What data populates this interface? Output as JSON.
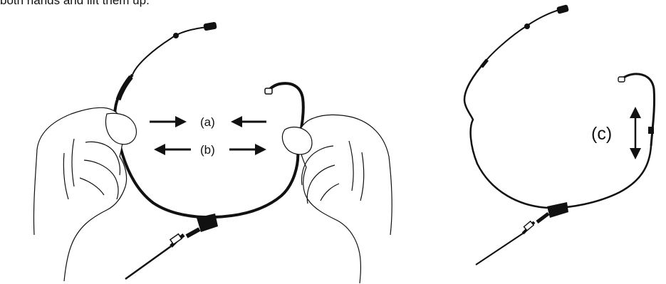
{
  "caption": "both hands and lift them up.",
  "labels": {
    "a": "(a)",
    "b": "(b)",
    "c": "(c)"
  },
  "colors": {
    "ink": "#111111",
    "background": "#ffffff"
  }
}
